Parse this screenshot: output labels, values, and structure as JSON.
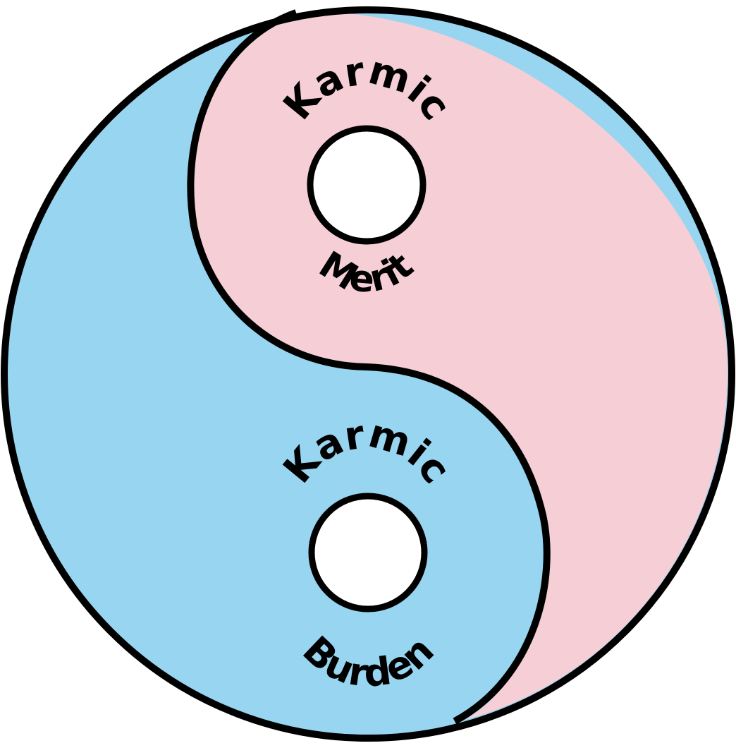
{
  "diagram": {
    "colors": {
      "merit_half": "#f6ced6",
      "burden_half": "#97d5f0",
      "outline": "#000000",
      "eye": "#ffffff"
    },
    "merit": {
      "top_label": "Karmic",
      "bottom_label": "Merit"
    },
    "burden": {
      "top_label": "Karmic",
      "bottom_label": "Burden"
    }
  }
}
